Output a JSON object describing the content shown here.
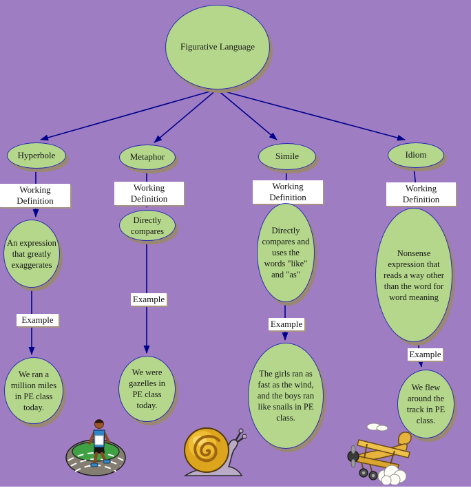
{
  "title": "Figurative Language",
  "labels": {
    "working_definition": "Working Definition",
    "example": "Example"
  },
  "branches": [
    {
      "name": "Hyperbole",
      "definition": "An expression that greatly exaggerates",
      "example": "We ran a million miles in PE class today."
    },
    {
      "name": "Metaphor",
      "definition": "Directly compares",
      "example": "We were gazelles in PE class today."
    },
    {
      "name": "Simile",
      "definition": "Directly compares and uses the words \"like\" and \"as\"",
      "example": "The girls ran as fast as the wind, and the boys ran like snails in PE class."
    },
    {
      "name": "Idiom",
      "definition": "Nonsense expression that reads a way other than the word for word meaning",
      "example": "We flew around the track in PE class."
    }
  ],
  "cliparts": [
    {
      "name": "runner-on-track"
    },
    {
      "name": "snail"
    },
    {
      "name": "biplane-with-clouds"
    }
  ],
  "colors": {
    "background": "#9e7dc3",
    "node_fill": "#b4d78b",
    "node_border": "#2a2ab5",
    "connector": "#00008b",
    "node_shadow": "#9a8873",
    "label_bg": "#ffffff",
    "text": "#171717"
  }
}
